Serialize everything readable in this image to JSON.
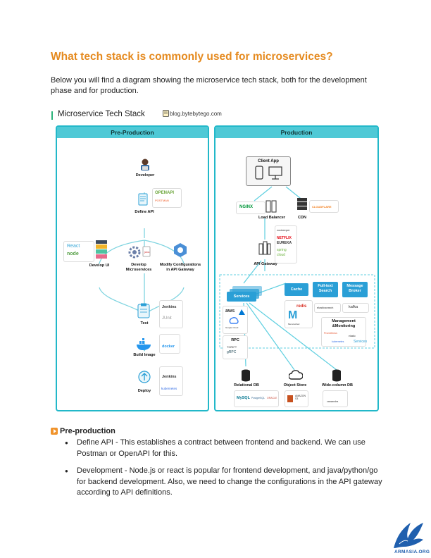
{
  "heading": "What tech stack is commonly used for microservices?",
  "intro": "Below you will find a diagram showing the microservice tech stack, both for the development phase and for production.",
  "diagram": {
    "title": "Microservice Tech Stack",
    "source": "blog.bytebytego.com",
    "pre": {
      "title": "Pre-Production",
      "developer": "Developer",
      "openapi": "OPENAPI",
      "postman": "POSTMAN",
      "define_api": "Define API",
      "react": "React",
      "node": "node",
      "develop_ui": "Develop UI",
      "develop_ms": "Develop\nMicroservices",
      "modify_cfg": "Modify Configurations\nin API Gateway",
      "test": "Test",
      "jenkins": "Jenkins",
      "junit": "JUnit",
      "build_image": "Build Image",
      "docker": "docker",
      "deploy": "Deploy",
      "kubernetes": "kubernetes"
    },
    "prod": {
      "title": "Production",
      "client_app": "Client App",
      "nginx": "NGINX",
      "load_balancer": "Load Balancer",
      "cdn": "CDN",
      "cloudflare": "CLOUDFLARE",
      "api_gateway": "API Gateway",
      "zookeeper": "zookeeper",
      "netflix": "NETFLIX",
      "eureka": "EUREKA",
      "spring": "spring",
      "cloud": "cloud",
      "services": "Services",
      "cache": "Cache",
      "fulltext": "Full-text\nSearch",
      "broker": "Message\nBroker",
      "redis": "redis",
      "elasticsearch": "elasticsearch",
      "kafka": "kafka",
      "memcached": "Memcached",
      "mgmt": "Management\n&Monitoring",
      "prometheus": "Prometheus",
      "elastic": "elastic",
      "kube": "kubernetes",
      "aws": "aws",
      "google_cloud": "Google Cloud",
      "rpc": "RPC",
      "thrift": "THRIFT",
      "grpc": "gRPC",
      "services_tag": "Services",
      "relational_db": "Relational DB",
      "object_store": "Object Store",
      "widecol_db": "Wide-column DB",
      "mysql": "MySQL",
      "postgresql": "PostgreSQL",
      "oracle": "ORACLE",
      "amazon_s3": "AMAZON S3",
      "cassandra": "cassandra"
    }
  },
  "section": {
    "title": "Pre-production",
    "bullets": [
      "Define API - This establishes a contract between frontend and backend. We can use Postman or OpenAPI for this.",
      "Development - Node.js or react is popular for frontend development, and java/python/go for backend development. Also, we need to change the configurations in the API gateway according to API definitions."
    ]
  },
  "watermark": "ARMASIA.ORG"
}
